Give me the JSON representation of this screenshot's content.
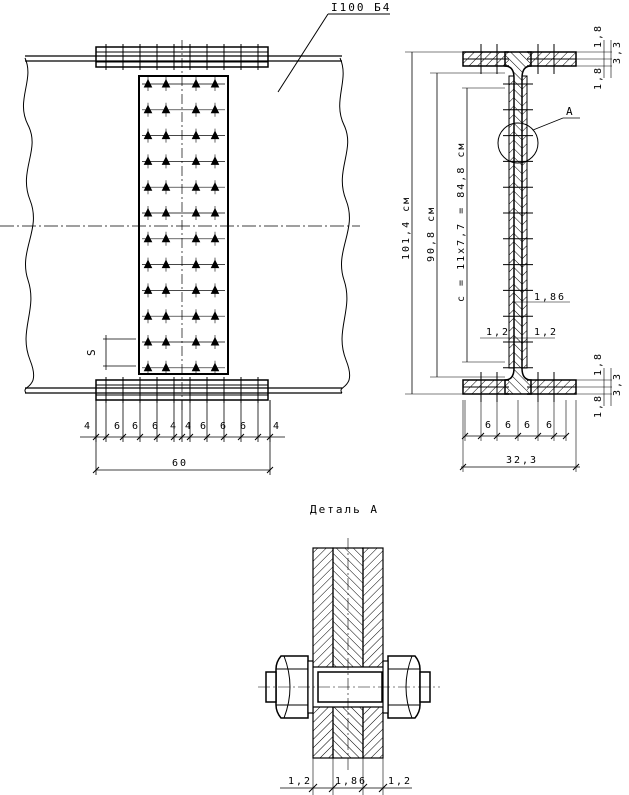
{
  "front_view": {
    "profile_label": "I100 Б4",
    "spacing_label": "S",
    "bottom_dims": [
      "4",
      "6",
      "6",
      "6",
      "4",
      "4",
      "6",
      "6",
      "6",
      "4"
    ],
    "overall_width": "60"
  },
  "section_view": {
    "detail_callout": "A",
    "height_total": "101,4 см",
    "height_web": "90,8 см",
    "bolt_pitch": "c = 11x7,7 = 84,8 см",
    "top_flange_dims": [
      "1,8",
      "1,8",
      "3,3"
    ],
    "bottom_flange_dims": [
      "1,8",
      "1,8",
      "3,3"
    ],
    "web_plate": "1,86",
    "pad_left": "1,2",
    "pad_right": "1,2",
    "flange_dims": [
      "6",
      "6",
      "6",
      "6"
    ],
    "overall_width": "32,3"
  },
  "detail": {
    "title": "Деталь А",
    "dims": [
      "1,2",
      "1,86",
      "1,2"
    ]
  }
}
